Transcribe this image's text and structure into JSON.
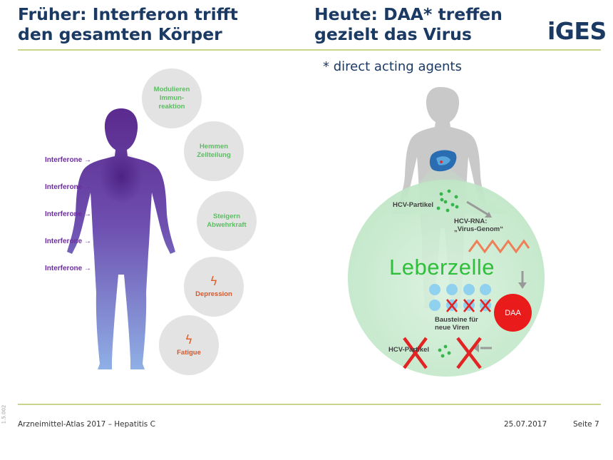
{
  "header": {
    "left_title_line1": "Früher: Interferon trifft",
    "left_title_line2": "den gesamten Körper",
    "right_title_line1": "Heute: DAA* treffen",
    "right_title_line2": "gezielt das Virus",
    "logo": "iGES",
    "footnote": "* direct acting agents"
  },
  "left_panel": {
    "interferon_labels": [
      "Interferone →",
      "Interferone →",
      "Interferone →",
      "Interferone →",
      "Interferone →"
    ],
    "effects": [
      {
        "label": "Modulieren\nImmun-\nreaktion"
      },
      {
        "label": "Hemmen\nZellteilung"
      },
      {
        "label": "Steigern\nAbwehrkraft"
      },
      {
        "label": "Depression",
        "icon": "lightning-icon"
      },
      {
        "label": "Fatigue",
        "icon": "lightning-icon"
      }
    ]
  },
  "right_panel": {
    "hcv_particle": "HCV-Partikel",
    "hcv_rna": "HCV-RNA:\n„Virus-Genom“",
    "liver_cell": "Leberzelle",
    "building_blocks": "Bausteine für\nneue Viren",
    "daa": "DAA",
    "hcv_particle_blocked": "HCV-Partikel"
  },
  "footer": {
    "left": "Arzneimittel-Atlas 2017 – Hepatitis C",
    "date": "25.07.2017",
    "page": "Seite 7",
    "side_code": "1.5.002"
  },
  "colors": {
    "title": "#1b3a63",
    "rule": "#c9d58c",
    "interferon": "#6a2f9c",
    "green": "#2fbf3a",
    "red": "#ea1b1b"
  }
}
